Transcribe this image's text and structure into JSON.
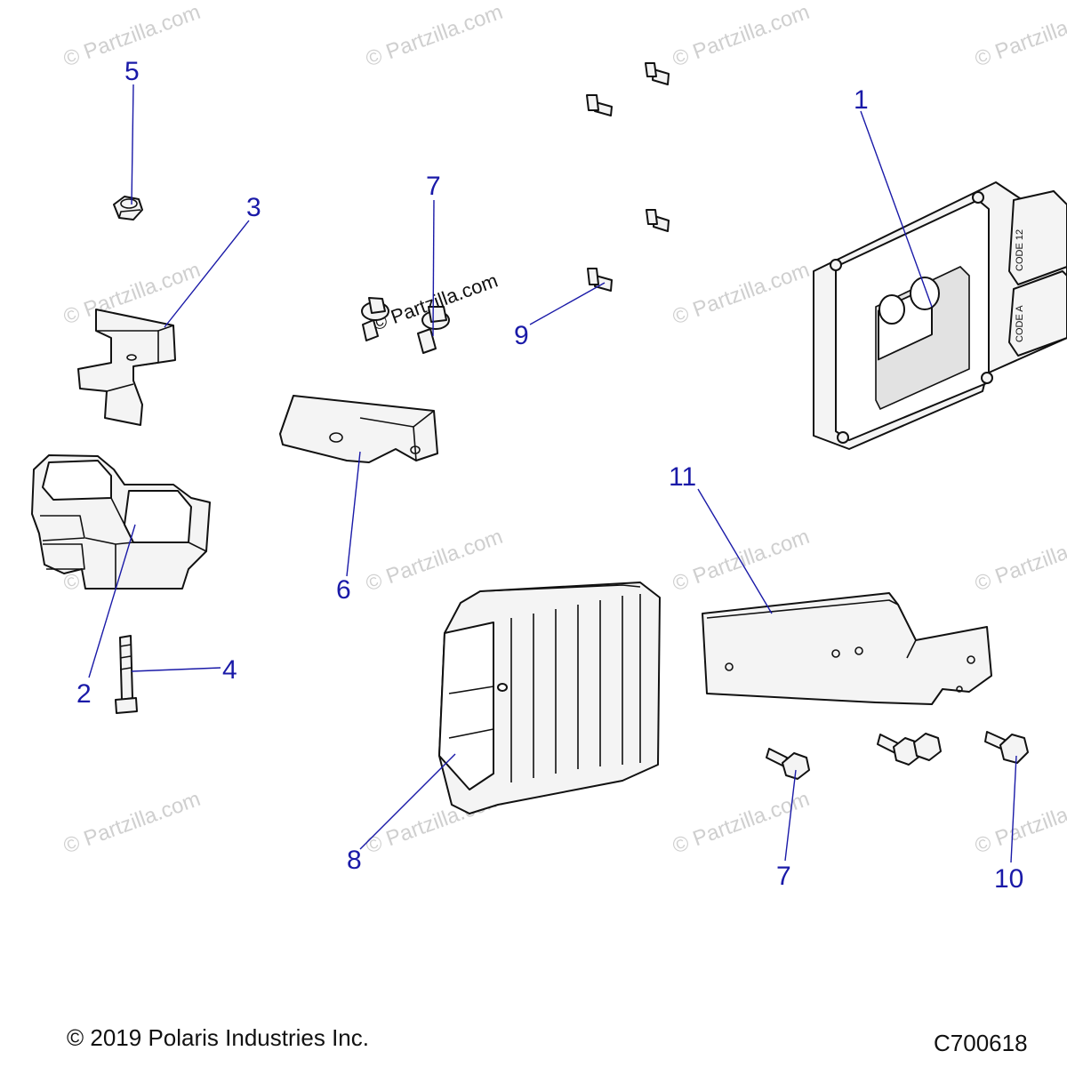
{
  "copyright": "© 2019 Polaris Industries Inc.",
  "diagram_code": "C700618",
  "watermark": "© Partzilla.com",
  "ecu_labels": {
    "upper": "CODE 12",
    "lower": "CODE A"
  },
  "callouts": {
    "c1": "1",
    "c2": "2",
    "c3": "3",
    "c4": "4",
    "c5": "5",
    "c6": "6",
    "c7a": "7",
    "c7b": "7",
    "c8": "8",
    "c9": "9",
    "c10": "10",
    "c11": "11"
  }
}
